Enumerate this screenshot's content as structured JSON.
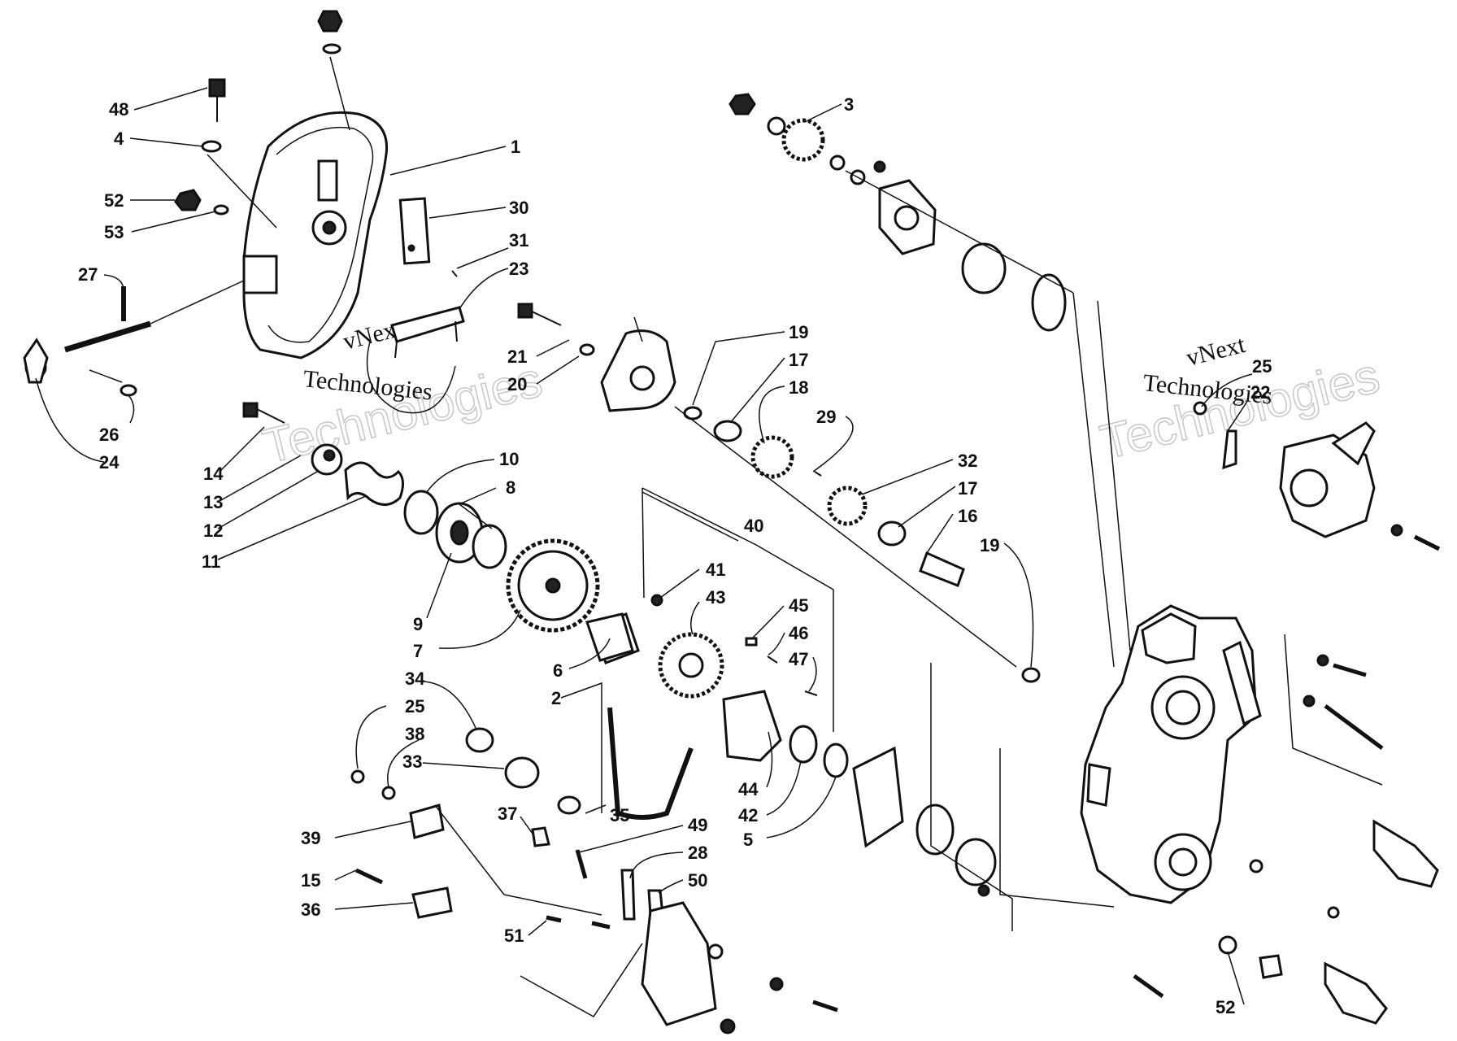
{
  "watermarks": [
    {
      "line1": "vNext",
      "line2": "Technologies"
    },
    {
      "line1": "vNext",
      "line2": "Technologies"
    }
  ],
  "callouts": [
    {
      "id": "48",
      "text": "48"
    },
    {
      "id": "4",
      "text": "4"
    },
    {
      "id": "52a",
      "text": "52"
    },
    {
      "id": "53",
      "text": "53"
    },
    {
      "id": "27",
      "text": "27"
    },
    {
      "id": "26",
      "text": "26"
    },
    {
      "id": "24",
      "text": "24"
    },
    {
      "id": "1",
      "text": "1"
    },
    {
      "id": "30",
      "text": "30"
    },
    {
      "id": "31",
      "text": "31"
    },
    {
      "id": "23",
      "text": "23"
    },
    {
      "id": "14",
      "text": "14"
    },
    {
      "id": "13",
      "text": "13"
    },
    {
      "id": "12",
      "text": "12"
    },
    {
      "id": "11",
      "text": "11"
    },
    {
      "id": "10",
      "text": "10"
    },
    {
      "id": "8",
      "text": "8"
    },
    {
      "id": "9",
      "text": "9"
    },
    {
      "id": "7",
      "text": "7"
    },
    {
      "id": "6",
      "text": "6"
    },
    {
      "id": "21",
      "text": "21"
    },
    {
      "id": "20",
      "text": "20"
    },
    {
      "id": "19a",
      "text": "19"
    },
    {
      "id": "17a",
      "text": "17"
    },
    {
      "id": "18",
      "text": "18"
    },
    {
      "id": "29",
      "text": "29"
    },
    {
      "id": "3",
      "text": "3"
    },
    {
      "id": "32",
      "text": "32"
    },
    {
      "id": "17b",
      "text": "17"
    },
    {
      "id": "16",
      "text": "16"
    },
    {
      "id": "19b",
      "text": "19"
    },
    {
      "id": "40",
      "text": "40"
    },
    {
      "id": "41",
      "text": "41"
    },
    {
      "id": "43",
      "text": "43"
    },
    {
      "id": "45",
      "text": "45"
    },
    {
      "id": "46",
      "text": "46"
    },
    {
      "id": "47",
      "text": "47"
    },
    {
      "id": "2",
      "text": "2"
    },
    {
      "id": "34",
      "text": "34"
    },
    {
      "id": "25a",
      "text": "25"
    },
    {
      "id": "38",
      "text": "38"
    },
    {
      "id": "33",
      "text": "33"
    },
    {
      "id": "35",
      "text": "35"
    },
    {
      "id": "39",
      "text": "39"
    },
    {
      "id": "37",
      "text": "37"
    },
    {
      "id": "49",
      "text": "49"
    },
    {
      "id": "28",
      "text": "28"
    },
    {
      "id": "50",
      "text": "50"
    },
    {
      "id": "15",
      "text": "15"
    },
    {
      "id": "36",
      "text": "36"
    },
    {
      "id": "51",
      "text": "51"
    },
    {
      "id": "44",
      "text": "44"
    },
    {
      "id": "42",
      "text": "42"
    },
    {
      "id": "5",
      "text": "5"
    },
    {
      "id": "25b",
      "text": "25"
    },
    {
      "id": "22",
      "text": "22"
    },
    {
      "id": "52b",
      "text": "52"
    }
  ]
}
